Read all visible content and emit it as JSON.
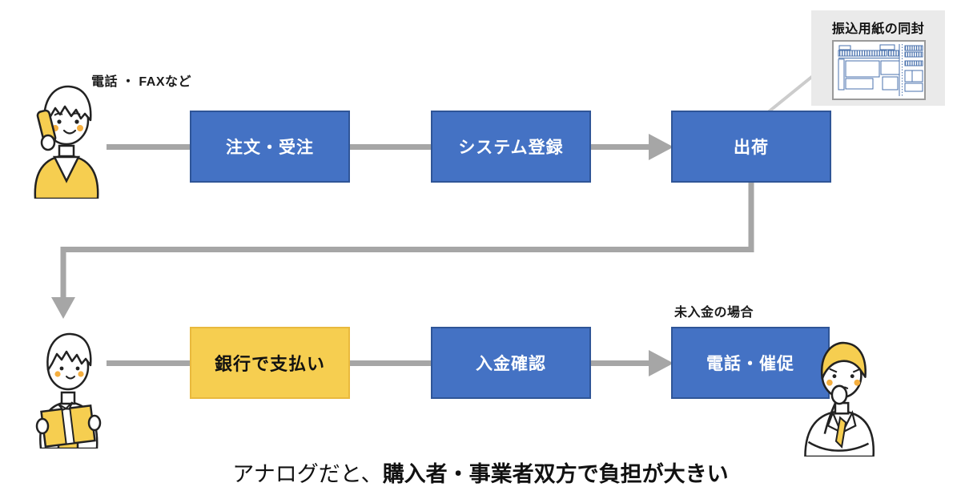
{
  "flow": {
    "row1": [
      {
        "label": "注文・受注",
        "type": "blue"
      },
      {
        "label": "システム登録",
        "type": "blue"
      },
      {
        "label": "出荷",
        "type": "blue"
      }
    ],
    "row2": [
      {
        "label": "銀行で支払い",
        "type": "yellow"
      },
      {
        "label": "入金確認",
        "type": "blue"
      },
      {
        "label": "電話・催促",
        "type": "blue"
      }
    ]
  },
  "annotations": {
    "order_channel": "電話 ・ FAXなど",
    "unpaid_case": "未入金の場合",
    "enclosure_title": "振込用紙の同封"
  },
  "caption": {
    "normal": "アナログだと、",
    "bold": "購入者・事業者双方で負担が大きい"
  },
  "colors": {
    "box_blue": "#4472C4",
    "box_blue_border": "#2F5597",
    "box_yellow": "#F6CE50",
    "box_yellow_border": "#E9B93D",
    "connector_gray": "#A6A6A6",
    "diagonal_gray": "#CCCCCC",
    "card_bg": "#EAEAEA",
    "form_line_blue": "#4A72AD",
    "blush_orange": "#F5AF3F"
  },
  "icons": [
    "person-on-phone-icon",
    "person-with-package-icon",
    "worried-businessman-icon",
    "transfer-form-icon",
    "flow-arrow-icon"
  ]
}
